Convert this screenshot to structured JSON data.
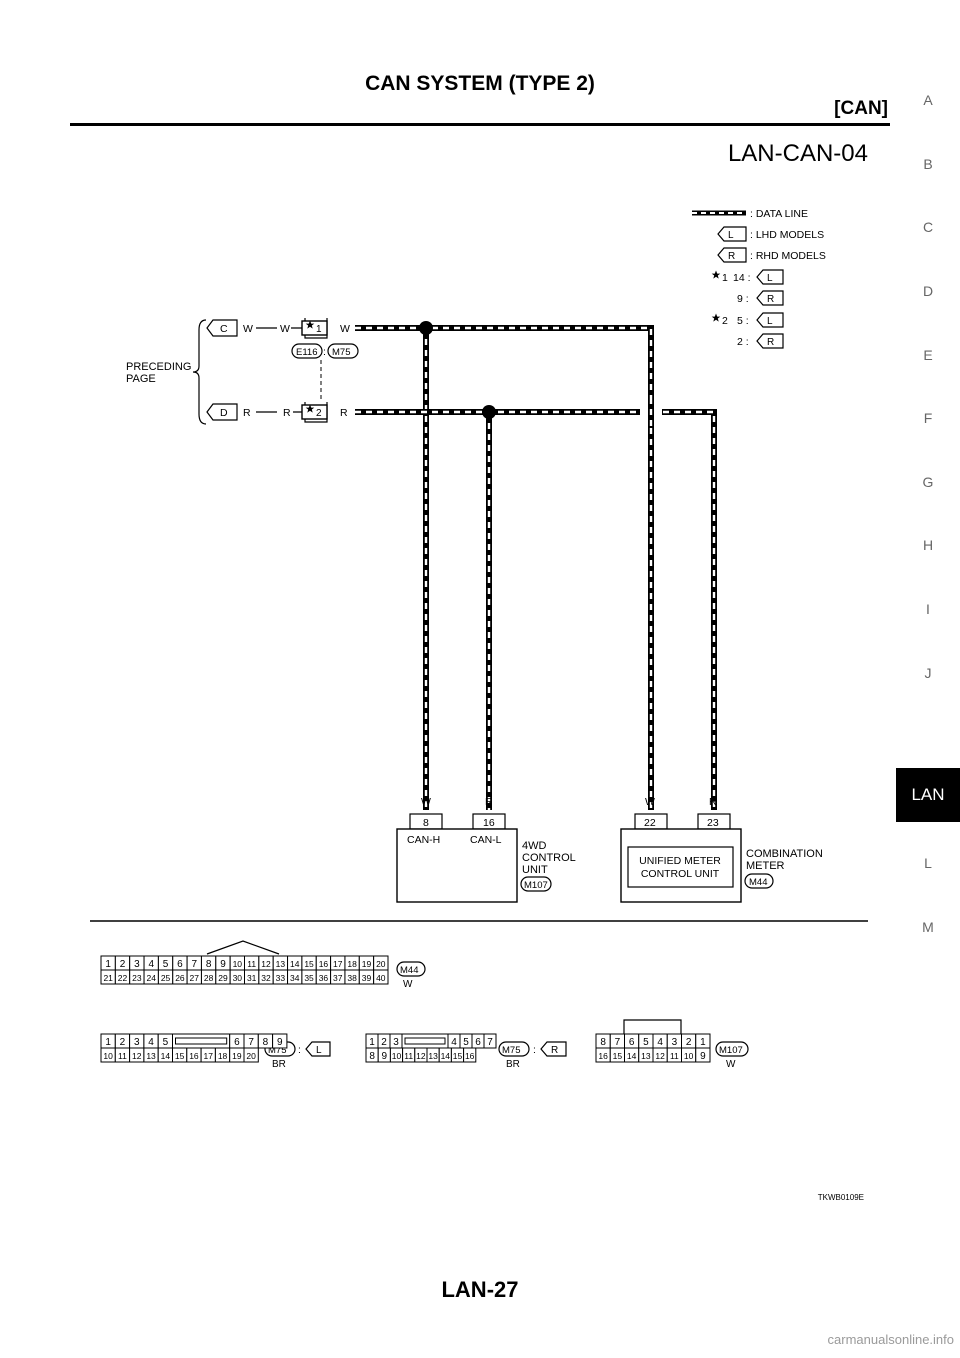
{
  "header": {
    "title": "CAN SYSTEM (TYPE 2)",
    "section": "[CAN]"
  },
  "diagram_id": "LAN-CAN-04",
  "side_index": {
    "letters": [
      "A",
      "B",
      "C",
      "D",
      "E",
      "F",
      "G",
      "H",
      "I",
      "J",
      "LAN",
      "L",
      "M"
    ],
    "active": "LAN"
  },
  "legend": {
    "data_line": ": DATA LINE",
    "lhd_symbol": "L",
    "lhd_text": ": LHD MODELS",
    "rhd_symbol": "R",
    "rhd_text": ": RHD MODELS",
    "note1_mark": "1",
    "note1_lhd_pin": "14 :",
    "note1_lhd_tag": "L",
    "note1_rhd_pin": "9 :",
    "note1_rhd_tag": "R",
    "note2_mark": "2",
    "note2_lhd_pin": "5 :",
    "note2_lhd_tag": "L",
    "note2_rhd_pin": "2 :",
    "note2_rhd_tag": "R"
  },
  "preceding": {
    "label_line1": "PRECEDING",
    "label_line2": "PAGE",
    "c_arrow": "C",
    "d_arrow": "D",
    "c_wire_left": "W",
    "c_wire_mid": "W",
    "c_wire_right": "W",
    "d_wire_left": "R",
    "d_wire_mid": "R",
    "d_wire_right": "R",
    "conn1_mark": "1",
    "conn2_mark": "2",
    "conn_e": "E116",
    "conn_sep": ":",
    "conn_m": "M75"
  },
  "units": {
    "fourwd": {
      "wire_h": "W",
      "wire_l": "R",
      "pin_h": "8",
      "pin_l": "16",
      "sig_h": "CAN-H",
      "sig_l": "CAN-L",
      "name1": "4WD",
      "name2": "CONTROL",
      "name3": "UNIT",
      "connector": "M107"
    },
    "meter": {
      "wire_h": "W",
      "wire_l": "R",
      "pin_h": "22",
      "pin_l": "23",
      "inner1": "UNIFIED METER",
      "inner2": "CONTROL UNIT",
      "name1": "COMBINATION",
      "name2": "METER",
      "connector": "M44"
    }
  },
  "connectors": {
    "m44": {
      "top": [
        "1",
        "2",
        "3",
        "4",
        "5",
        "6",
        "7",
        "8",
        "9",
        "10",
        "11",
        "12",
        "13",
        "14",
        "15",
        "16",
        "17",
        "18",
        "19",
        "20"
      ],
      "bottom": [
        "21",
        "22",
        "23",
        "24",
        "25",
        "26",
        "27",
        "28",
        "29",
        "30",
        "31",
        "32",
        "33",
        "34",
        "35",
        "36",
        "37",
        "38",
        "39",
        "40"
      ],
      "label": "M44",
      "color": "W"
    },
    "m75_lhd": {
      "top": [
        "1",
        "2",
        "3",
        "4",
        "5",
        "",
        "6",
        "7",
        "8",
        "9"
      ],
      "bottom": [
        "10",
        "11",
        "12",
        "13",
        "14",
        "15",
        "16",
        "17",
        "18",
        "19",
        "20"
      ],
      "label": "M75",
      "sep": ":",
      "tag": "L",
      "color": "BR"
    },
    "m75_rhd": {
      "top": [
        "1",
        "2",
        "3",
        "",
        "4",
        "5",
        "6",
        "7"
      ],
      "bottom": [
        "8",
        "9",
        "10",
        "11",
        "12",
        "13",
        "14",
        "15",
        "16"
      ],
      "label": "M75",
      "sep": ":",
      "tag": "R",
      "color": "BR"
    },
    "m107": {
      "top": [
        "8",
        "7",
        "6",
        "5",
        "4",
        "3",
        "2",
        "1"
      ],
      "bottom": [
        "16",
        "15",
        "14",
        "13",
        "12",
        "11",
        "10",
        "9"
      ],
      "label": "M107",
      "color": "W"
    }
  },
  "figure_code": "TKWB0109E",
  "page_number": "LAN-27",
  "watermark": "carmanualsonline.info"
}
